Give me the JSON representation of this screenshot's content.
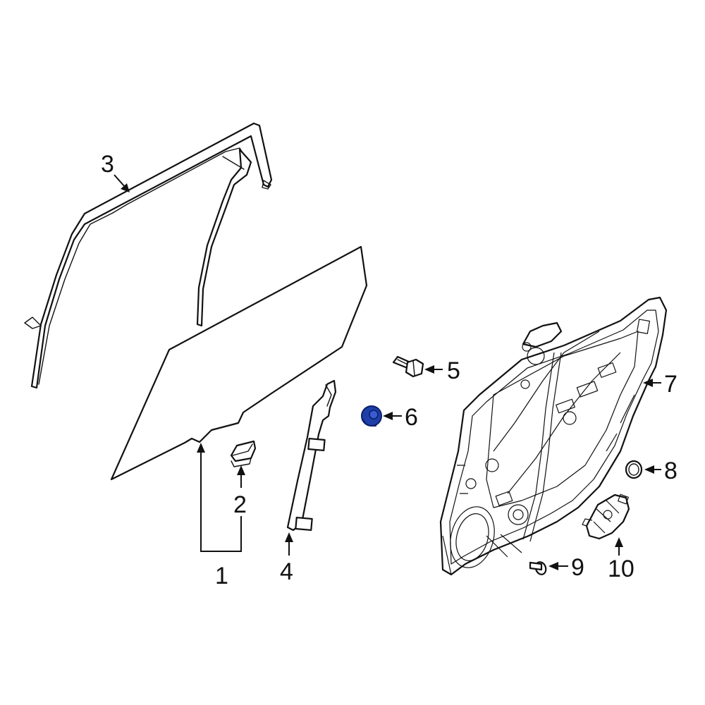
{
  "callouts": [
    {
      "id": "1",
      "label": "1"
    },
    {
      "id": "2",
      "label": "2"
    },
    {
      "id": "3",
      "label": "3"
    },
    {
      "id": "4",
      "label": "4"
    },
    {
      "id": "5",
      "label": "5"
    },
    {
      "id": "6",
      "label": "6"
    },
    {
      "id": "7",
      "label": "7"
    },
    {
      "id": "8",
      "label": "8"
    },
    {
      "id": "9",
      "label": "9"
    },
    {
      "id": "10",
      "label": "10"
    }
  ],
  "colors": {
    "line": "#111111",
    "background": "#ffffff",
    "highlight_fill": "#1e3fa8",
    "highlight_stroke": "#0a1f6b"
  },
  "highlighted_part": "6"
}
